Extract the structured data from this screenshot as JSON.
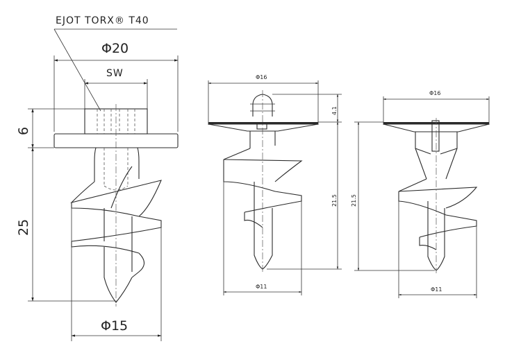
{
  "drawing_1": {
    "callout": "EJOT TORX® T40",
    "dim_head_diameter": "Φ20",
    "dim_drive": "SW",
    "dim_head_height": "6",
    "dim_length": "25",
    "dim_thread_diameter": "Φ15"
  },
  "drawing_2": {
    "dim_head_diameter": "Φ16",
    "dim_head_height": "4.1",
    "dim_length": "21.5",
    "dim_thread_diameter": "Φ11"
  },
  "drawing_3": {
    "dim_head_diameter": "Φ16",
    "dim_length": "21.5",
    "dim_thread_diameter": "Φ11"
  },
  "colors": {
    "ink": "#2a2a2a",
    "background": "#ffffff"
  }
}
